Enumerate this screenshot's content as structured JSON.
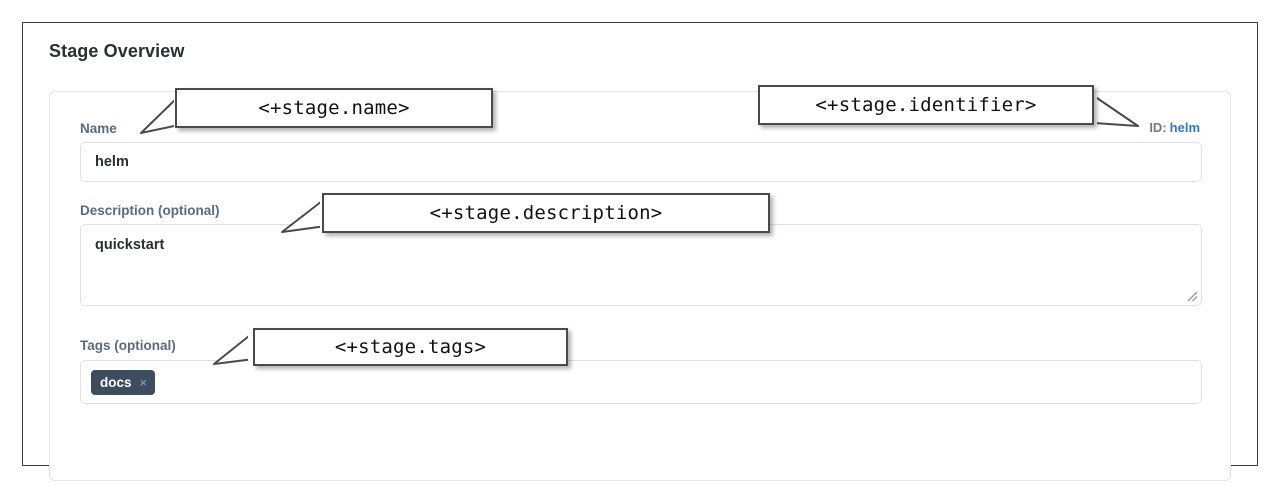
{
  "page": {
    "title": "Stage Overview"
  },
  "stage_form": {
    "name_field": {
      "label": "Name",
      "value": "helm",
      "placeholder": ""
    },
    "identifier": {
      "key": "ID:",
      "value": "helm"
    },
    "description_field": {
      "label": "Description (optional)",
      "value": "quickstart",
      "placeholder": ""
    },
    "tags_field": {
      "label": "Tags (optional)",
      "tags": [
        {
          "label": "docs",
          "remove_icon": "×"
        }
      ]
    }
  },
  "callouts": [
    {
      "id": "stage-name",
      "text": "<+stage.name>"
    },
    {
      "id": "stage-identifier",
      "text": "<+stage.identifier>"
    },
    {
      "id": "stage-description",
      "text": "<+stage.description>"
    },
    {
      "id": "stage-tags",
      "text": "<+stage.tags>"
    }
  ],
  "colors": {
    "frame_border": "#3c3c3c",
    "label_text": "#5a6b80",
    "link_blue": "#2a7ae2",
    "tag_chip_bg": "#3c4d60",
    "callout_border": "#4a4a4a",
    "input_border": "#dfe1e3"
  }
}
